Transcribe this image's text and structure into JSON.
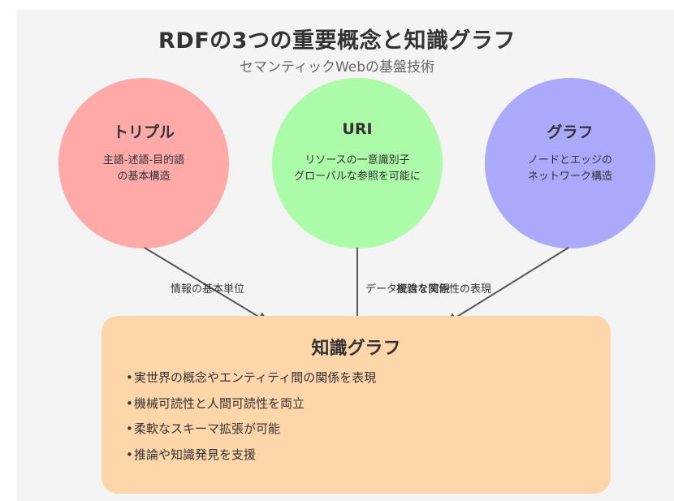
{
  "title": "RDFの3つの重要概念と知識グラフ",
  "subtitle": "セマンティックWebの基盤技術",
  "concepts": [
    {
      "title": "トリプル",
      "desc": [
        "主語-述語-目的語",
        "の基本構造"
      ],
      "color": "#ffa9a9"
    },
    {
      "title": "URI",
      "desc": [
        "リソースの一意識別子",
        "グローバルな参照を可能に"
      ],
      "color": "#abfba8"
    },
    {
      "title": "グラフ",
      "desc": [
        "ノードとエッジの",
        "ネットワーク構造"
      ],
      "color": "#aaa9fb"
    }
  ],
  "edges": [
    {
      "label": "情報の基本単位"
    },
    {
      "label": "データ統合を実現"
    },
    {
      "label": "複雑な関係性の表現"
    }
  ],
  "knowledge_graph": {
    "title": "知識グラフ",
    "color": "#ffd5aa",
    "bullet": "•",
    "items": [
      "実世界の概念やエンティティ間の関係を表現",
      "機械可読性と人間可読性を両立",
      "柔軟なスキーマ拡張が可能",
      "推論や知識発見を支援"
    ]
  }
}
